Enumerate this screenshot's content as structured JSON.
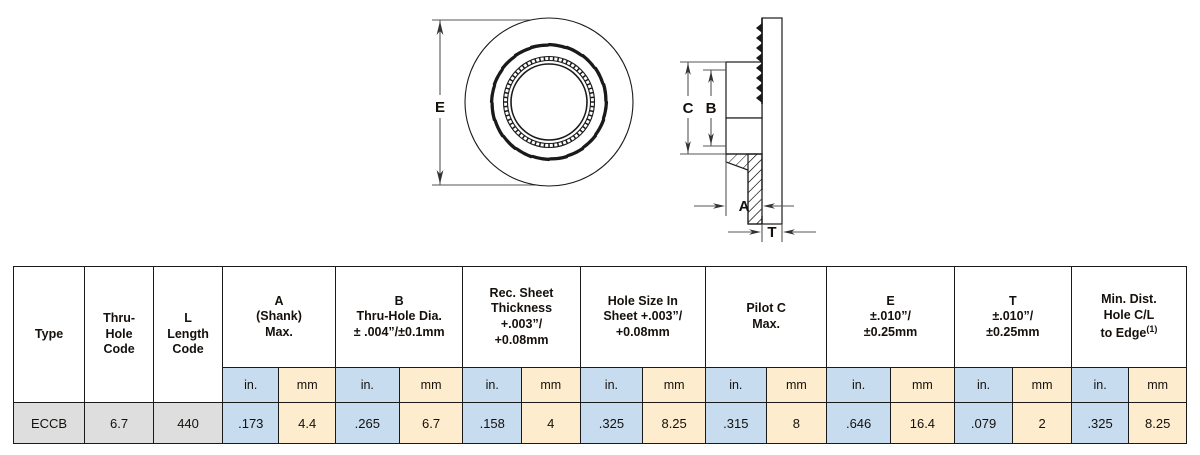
{
  "drawing": {
    "front_view": {
      "name": "front-view-swirl-standoff",
      "dimension_label": "E"
    },
    "side_view": {
      "name": "side-section-view",
      "dimension_labels": {
        "c": "C",
        "b": "B",
        "a": "A",
        "t": "T"
      }
    }
  },
  "table": {
    "headers": {
      "type": "Type",
      "thru_hole_code": [
        "Thru-",
        "Hole",
        "Code"
      ],
      "l_length_code": [
        "L",
        "Length",
        "Code"
      ],
      "a": [
        "A",
        "(Shank)",
        "Max."
      ],
      "b": [
        "B",
        "Thru-Hole Dia.",
        "± .004”/±0.1mm"
      ],
      "rec_sheet_thickness": [
        "Rec. Sheet",
        "Thickness",
        "+.003”/",
        "+0.08mm"
      ],
      "hole_size_in_sheet": [
        "Hole Size In",
        "Sheet +.003”/",
        "+0.08mm"
      ],
      "pilot_c": [
        "Pilot C",
        "Max."
      ],
      "e": [
        "E",
        "±.010”/",
        "±0.25mm"
      ],
      "t": [
        "T",
        "±.010”/",
        "±0.25mm"
      ],
      "min_dist": [
        "Min. Dist.",
        "Hole C/L",
        "to Edge"
      ],
      "min_dist_footnote": "(1)"
    },
    "unit_labels": {
      "in": "in.",
      "mm": "mm"
    },
    "unit_row": [
      "in.",
      "mm",
      "in.",
      "mm",
      "in.",
      "mm",
      "in.",
      "mm",
      "in.",
      "mm",
      "in.",
      "mm",
      "in.",
      "mm",
      "in.",
      "mm"
    ],
    "rows": [
      {
        "type": "ECCB",
        "thru_hole_code": "6.7",
        "l_length_code": "440",
        "a_in": ".173",
        "a_mm": "4.4",
        "b_in": ".265",
        "b_mm": "6.7",
        "rec_sheet_in": ".158",
        "rec_sheet_mm": "4",
        "hole_size_in": ".325",
        "hole_size_mm": "8.25",
        "pilot_c_in": ".315",
        "pilot_c_mm": "8",
        "e_in": ".646",
        "e_mm": "16.4",
        "t_in": ".079",
        "t_mm": "2",
        "min_dist_in": ".325",
        "min_dist_mm": "8.25"
      }
    ]
  },
  "colors": {
    "inch_column": "#c7dcee",
    "mm_column": "#fdeccd",
    "code_cell": "#dedede",
    "border": "#1a1a1a",
    "drawing_line": "#1a1a1a",
    "dimension_line": "#555555"
  }
}
